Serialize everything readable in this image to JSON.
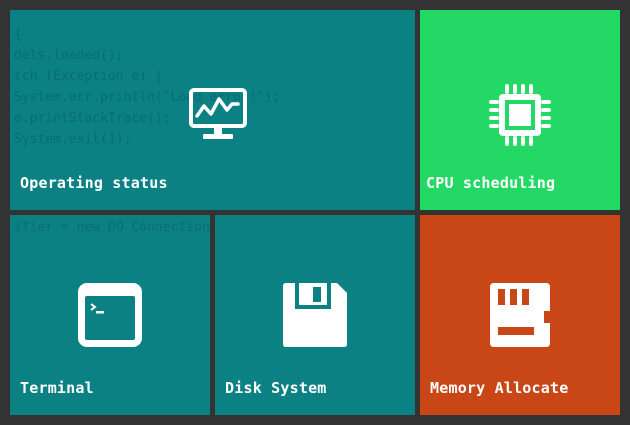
{
  "colors": {
    "background": "#333333",
    "teal": "#0b8184",
    "green": "#24d865",
    "orange": "#c94716"
  },
  "tiles": [
    {
      "label": "Operating status",
      "icon": "monitor-chart-icon",
      "color": "#0b8184"
    },
    {
      "label": "CPU scheduling",
      "icon": "cpu-chip-icon",
      "color": "#24d865"
    },
    {
      "label": "Terminal",
      "icon": "terminal-window-icon",
      "color": "#0b8184"
    },
    {
      "label": "Disk System",
      "icon": "floppy-disk-icon",
      "color": "#0b8184"
    },
    {
      "label": "Memory Allocate",
      "icon": "memory-card-icon",
      "color": "#c94716"
    }
  ]
}
